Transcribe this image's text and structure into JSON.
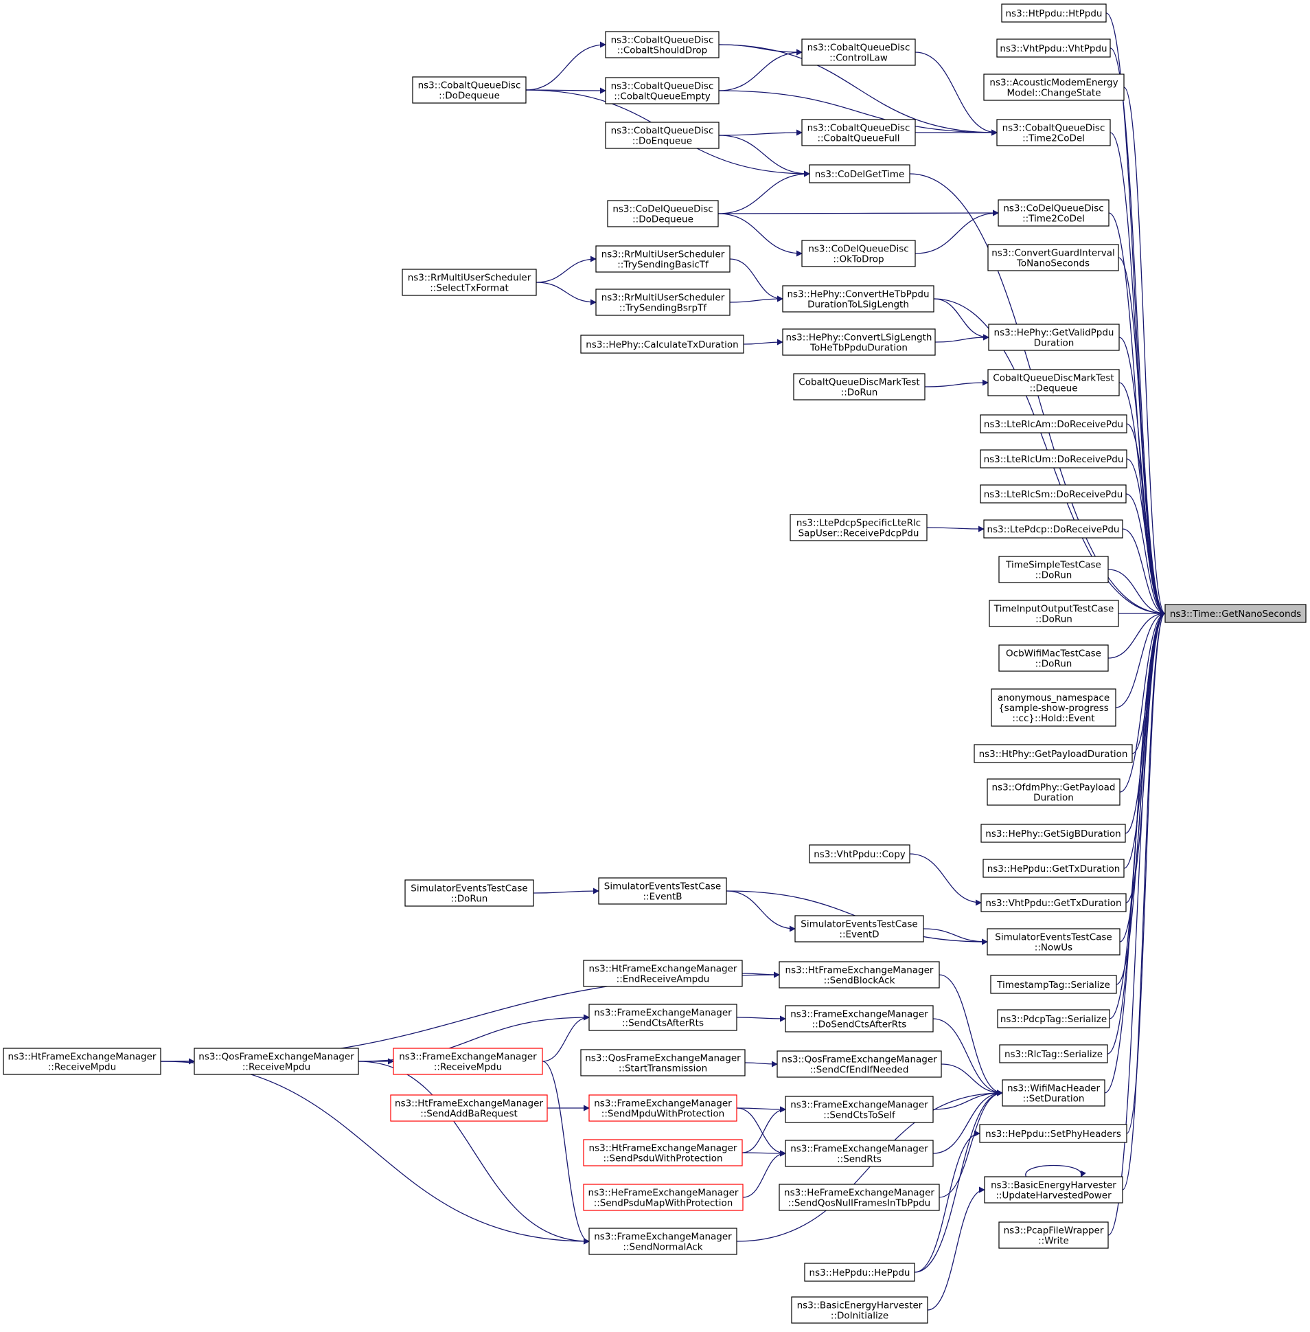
{
  "graph": {
    "title": "",
    "colors": {
      "edge": "#191970",
      "node_border": "#000000",
      "node_border_truncated": "#ff0000",
      "root_fill": "#bfbfbf",
      "background": "#ffffff"
    },
    "root": "GetNanoSeconds",
    "nodes": [
      {
        "id": "GetNanoSeconds",
        "lines": [
          "ns3::Time::GetNanoSeconds"
        ],
        "style": "root"
      },
      {
        "id": "HtPpdu",
        "lines": [
          "ns3::HtPpdu::HtPpdu"
        ]
      },
      {
        "id": "VhtPpduCtor",
        "lines": [
          "ns3::VhtPpdu::VhtPpdu"
        ]
      },
      {
        "id": "AcousticChangeState",
        "lines": [
          "ns3::AcousticModemEnergy",
          "Model::ChangeState"
        ]
      },
      {
        "id": "CobaltTime2CoDel",
        "lines": [
          "ns3::CobaltQueueDisc",
          "::Time2CoDel"
        ]
      },
      {
        "id": "CoDelGetTime",
        "lines": [
          "ns3::CoDelGetTime"
        ]
      },
      {
        "id": "CoDelTime2CoDel",
        "lines": [
          "ns3::CoDelQueueDisc",
          "::Time2CoDel"
        ]
      },
      {
        "id": "ConvertGuardInterval",
        "lines": [
          "ns3::ConvertGuardInterval",
          "ToNanoSeconds"
        ]
      },
      {
        "id": "ConvertHeTbPpdu",
        "lines": [
          "ns3::HePhy::ConvertHeTbPpdu",
          "DurationToLSigLength"
        ]
      },
      {
        "id": "GetValidPpdu",
        "lines": [
          "ns3::HePhy::GetValidPpdu",
          "Duration"
        ]
      },
      {
        "id": "MarkTestDequeue",
        "lines": [
          "CobaltQueueDiscMarkTest",
          "::Dequeue"
        ]
      },
      {
        "id": "LteRlcAm",
        "lines": [
          "ns3::LteRlcAm::DoReceivePdu"
        ]
      },
      {
        "id": "LteRlcUm",
        "lines": [
          "ns3::LteRlcUm::DoReceivePdu"
        ]
      },
      {
        "id": "LteRlcSm",
        "lines": [
          "ns3::LteRlcSm::DoReceivePdu"
        ]
      },
      {
        "id": "LtePdcpDoReceive",
        "lines": [
          "ns3::LtePdcp::DoReceivePdu"
        ]
      },
      {
        "id": "TimeSimple",
        "lines": [
          "TimeSimpleTestCase",
          "::DoRun"
        ]
      },
      {
        "id": "TimeInputOutput",
        "lines": [
          "TimeInputOutputTestCase",
          "::DoRun"
        ]
      },
      {
        "id": "OcbWifi",
        "lines": [
          "OcbWifiMacTestCase",
          "::DoRun"
        ]
      },
      {
        "id": "AnonHold",
        "lines": [
          "anonymous_namespace",
          "{sample-show-progress",
          "::cc}::Hold::Event"
        ]
      },
      {
        "id": "HtPhyPayload",
        "lines": [
          "ns3::HtPhy::GetPayloadDuration"
        ]
      },
      {
        "id": "OfdmPhyPayload",
        "lines": [
          "ns3::OfdmPhy::GetPayload",
          "Duration"
        ]
      },
      {
        "id": "HePhySigB",
        "lines": [
          "ns3::HePhy::GetSigBDuration"
        ]
      },
      {
        "id": "HePpduTx",
        "lines": [
          "ns3::HePpdu::GetTxDuration"
        ]
      },
      {
        "id": "VhtPpduTx",
        "lines": [
          "ns3::VhtPpdu::GetTxDuration"
        ]
      },
      {
        "id": "SimNowUs",
        "lines": [
          "SimulatorEventsTestCase",
          "::NowUs"
        ]
      },
      {
        "id": "TimestampSer",
        "lines": [
          "TimestampTag::Serialize"
        ]
      },
      {
        "id": "PdcpTagSer",
        "lines": [
          "ns3::PdcpTag::Serialize"
        ]
      },
      {
        "id": "RlcTagSer",
        "lines": [
          "ns3::RlcTag::Serialize"
        ]
      },
      {
        "id": "WifiSetDuration",
        "lines": [
          "ns3::WifiMacHeader",
          "::SetDuration"
        ]
      },
      {
        "id": "HePpduSetPhy",
        "lines": [
          "ns3::HePpdu::SetPhyHeaders"
        ]
      },
      {
        "id": "UpdateHarvested",
        "lines": [
          "ns3::BasicEnergyHarvester",
          "::UpdateHarvestedPower"
        ]
      },
      {
        "id": "PcapWrite",
        "lines": [
          "ns3::PcapFileWrapper",
          "::Write"
        ]
      },
      {
        "id": "CobaltControlLaw",
        "lines": [
          "ns3::CobaltQueueDisc",
          "::ControlLaw"
        ]
      },
      {
        "id": "CobaltQueueFull",
        "lines": [
          "ns3::CobaltQueueDisc",
          "::CobaltQueueFull"
        ]
      },
      {
        "id": "CoDelOkToDrop",
        "lines": [
          "ns3::CoDelQueueDisc",
          "::OkToDrop"
        ]
      },
      {
        "id": "ConvertLSig",
        "lines": [
          "ns3::HePhy::ConvertLSigLength",
          "ToHeTbPpduDuration"
        ]
      },
      {
        "id": "MarkTestDoRun",
        "lines": [
          "CobaltQueueDiscMarkTest",
          "::DoRun"
        ]
      },
      {
        "id": "PdcpSpecific",
        "lines": [
          "ns3::LtePdcpSpecificLteRlc",
          "SapUser::ReceivePdcpPdu"
        ]
      },
      {
        "id": "VhtPpduCopy",
        "lines": [
          "ns3::VhtPpdu::Copy"
        ]
      },
      {
        "id": "SimEventD",
        "lines": [
          "SimulatorEventsTestCase",
          "::EventD"
        ]
      },
      {
        "id": "HtSendBlockAck",
        "lines": [
          "ns3::HtFrameExchangeManager",
          "::SendBlockAck"
        ]
      },
      {
        "id": "FemDoSendCts",
        "lines": [
          "ns3::FrameExchangeManager",
          "::DoSendCtsAfterRts"
        ]
      },
      {
        "id": "QosSendCfEnd",
        "lines": [
          "ns3::QosFrameExchangeManager",
          "::SendCfEndIfNeeded"
        ]
      },
      {
        "id": "FemSendCtsToSelf",
        "lines": [
          "ns3::FrameExchangeManager",
          "::SendCtsToSelf"
        ]
      },
      {
        "id": "FemSendRts",
        "lines": [
          "ns3::FrameExchangeManager",
          "::SendRts"
        ]
      },
      {
        "id": "HeSendQosNull",
        "lines": [
          "ns3::HeFrameExchangeManager",
          "::SendQosNullFramesInTbPpdu"
        ]
      },
      {
        "id": "HePpduCtor",
        "lines": [
          "ns3::HePpdu::HePpdu"
        ]
      },
      {
        "id": "BehDoInit",
        "lines": [
          "ns3::BasicEnergyHarvester",
          "::DoInitialize"
        ]
      },
      {
        "id": "CobaltShouldDrop",
        "lines": [
          "ns3::CobaltQueueDisc",
          "::CobaltShouldDrop"
        ]
      },
      {
        "id": "CobaltQueueEmpty",
        "lines": [
          "ns3::CobaltQueueDisc",
          "::CobaltQueueEmpty"
        ]
      },
      {
        "id": "CobaltDoEnqueue",
        "lines": [
          "ns3::CobaltQueueDisc",
          "::DoEnqueue"
        ]
      },
      {
        "id": "CoDelDoDequeue",
        "lines": [
          "ns3::CoDelQueueDisc",
          "::DoDequeue"
        ]
      },
      {
        "id": "TrySendingBasicTf",
        "lines": [
          "ns3::RrMultiUserScheduler",
          "::TrySendingBasicTf"
        ]
      },
      {
        "id": "TrySendingBsrpTf",
        "lines": [
          "ns3::RrMultiUserScheduler",
          "::TrySendingBsrpTf"
        ]
      },
      {
        "id": "CalcTxDuration",
        "lines": [
          "ns3::HePhy::CalculateTxDuration"
        ]
      },
      {
        "id": "SimEventB",
        "lines": [
          "SimulatorEventsTestCase",
          "::EventB"
        ]
      },
      {
        "id": "HtEndReceiveAmpdu",
        "lines": [
          "ns3::HtFrameExchangeManager",
          "::EndReceiveAmpdu"
        ]
      },
      {
        "id": "FemSendCtsAfterRts",
        "lines": [
          "ns3::FrameExchangeManager",
          "::SendCtsAfterRts"
        ]
      },
      {
        "id": "QosStartTx",
        "lines": [
          "ns3::QosFrameExchangeManager",
          "::StartTransmission"
        ]
      },
      {
        "id": "FemSendMpduProt",
        "lines": [
          "ns3::FrameExchangeManager",
          "::SendMpduWithProtection"
        ],
        "style": "red"
      },
      {
        "id": "HtSendPsduProt",
        "lines": [
          "ns3::HtFrameExchangeManager",
          "::SendPsduWithProtection"
        ],
        "style": "red"
      },
      {
        "id": "HeSendPsduMap",
        "lines": [
          "ns3::HeFrameExchangeManager",
          "::SendPsduMapWithProtection"
        ],
        "style": "red"
      },
      {
        "id": "FemSendNormalAck",
        "lines": [
          "ns3::FrameExchangeManager",
          "::SendNormalAck"
        ]
      },
      {
        "id": "CobaltDoDequeue",
        "lines": [
          "ns3::CobaltQueueDisc",
          "::DoDequeue"
        ]
      },
      {
        "id": "SelectTxFormat",
        "lines": [
          "ns3::RrMultiUserScheduler",
          "::SelectTxFormat"
        ]
      },
      {
        "id": "SimDoRun",
        "lines": [
          "SimulatorEventsTestCase",
          "::DoRun"
        ]
      },
      {
        "id": "FemReceiveMpdu",
        "lines": [
          "ns3::FrameExchangeManager",
          "::ReceiveMpdu"
        ],
        "style": "red"
      },
      {
        "id": "HtSendAddBa",
        "lines": [
          "ns3::HtFrameExchangeManager",
          "::SendAddBaRequest"
        ],
        "style": "red"
      },
      {
        "id": "QosReceiveMpdu",
        "lines": [
          "ns3::QosFrameExchangeManager",
          "::ReceiveMpdu"
        ]
      },
      {
        "id": "HtReceiveMpdu",
        "lines": [
          "ns3::HtFrameExchangeManager",
          "::ReceiveMpdu"
        ]
      }
    ],
    "edges": [
      [
        "HtPpdu",
        "GetNanoSeconds"
      ],
      [
        "VhtPpduCtor",
        "GetNanoSeconds"
      ],
      [
        "AcousticChangeState",
        "GetNanoSeconds"
      ],
      [
        "CobaltTime2CoDel",
        "GetNanoSeconds"
      ],
      [
        "CoDelGetTime",
        "GetNanoSeconds"
      ],
      [
        "CoDelTime2CoDel",
        "GetNanoSeconds"
      ],
      [
        "ConvertGuardInterval",
        "GetNanoSeconds"
      ],
      [
        "ConvertHeTbPpdu",
        "GetNanoSeconds"
      ],
      [
        "GetValidPpdu",
        "GetNanoSeconds"
      ],
      [
        "MarkTestDequeue",
        "GetNanoSeconds"
      ],
      [
        "LteRlcAm",
        "GetNanoSeconds"
      ],
      [
        "LteRlcUm",
        "GetNanoSeconds"
      ],
      [
        "LteRlcSm",
        "GetNanoSeconds"
      ],
      [
        "LtePdcpDoReceive",
        "GetNanoSeconds"
      ],
      [
        "TimeSimple",
        "GetNanoSeconds"
      ],
      [
        "TimeInputOutput",
        "GetNanoSeconds"
      ],
      [
        "OcbWifi",
        "GetNanoSeconds"
      ],
      [
        "AnonHold",
        "GetNanoSeconds"
      ],
      [
        "HtPhyPayload",
        "GetNanoSeconds"
      ],
      [
        "OfdmPhyPayload",
        "GetNanoSeconds"
      ],
      [
        "HePhySigB",
        "GetNanoSeconds"
      ],
      [
        "HePpduTx",
        "GetNanoSeconds"
      ],
      [
        "VhtPpduTx",
        "GetNanoSeconds"
      ],
      [
        "SimNowUs",
        "GetNanoSeconds"
      ],
      [
        "TimestampSer",
        "GetNanoSeconds"
      ],
      [
        "PdcpTagSer",
        "GetNanoSeconds"
      ],
      [
        "RlcTagSer",
        "GetNanoSeconds"
      ],
      [
        "WifiSetDuration",
        "GetNanoSeconds"
      ],
      [
        "HePpduSetPhy",
        "GetNanoSeconds"
      ],
      [
        "UpdateHarvested",
        "GetNanoSeconds"
      ],
      [
        "PcapWrite",
        "GetNanoSeconds"
      ],
      [
        "CobaltControlLaw",
        "CobaltTime2CoDel"
      ],
      [
        "CobaltQueueFull",
        "CobaltTime2CoDel"
      ],
      [
        "CobaltShouldDrop",
        "CobaltTime2CoDel"
      ],
      [
        "CobaltQueueEmpty",
        "CobaltTime2CoDel"
      ],
      [
        "CobaltShouldDrop",
        "CobaltControlLaw"
      ],
      [
        "CobaltQueueEmpty",
        "CobaltControlLaw"
      ],
      [
        "CobaltDoEnqueue",
        "CobaltQueueFull"
      ],
      [
        "CobaltDoDequeue",
        "CobaltShouldDrop"
      ],
      [
        "CobaltDoDequeue",
        "CobaltQueueEmpty"
      ],
      [
        "CobaltDoEnqueue",
        "CoDelGetTime"
      ],
      [
        "CoDelDoDequeue",
        "CoDelGetTime"
      ],
      [
        "CobaltDoDequeue",
        "CoDelGetTime"
      ],
      [
        "CoDelDoDequeue",
        "CoDelTime2CoDel"
      ],
      [
        "CoDelOkToDrop",
        "CoDelTime2CoDel"
      ],
      [
        "CoDelDoDequeue",
        "CoDelOkToDrop"
      ],
      [
        "TrySendingBasicTf",
        "ConvertHeTbPpdu"
      ],
      [
        "TrySendingBsrpTf",
        "ConvertHeTbPpdu"
      ],
      [
        "SelectTxFormat",
        "TrySendingBasicTf"
      ],
      [
        "SelectTxFormat",
        "TrySendingBsrpTf"
      ],
      [
        "ConvertHeTbPpdu",
        "GetValidPpdu"
      ],
      [
        "ConvertLSig",
        "GetValidPpdu"
      ],
      [
        "CalcTxDuration",
        "ConvertLSig"
      ],
      [
        "MarkTestDoRun",
        "MarkTestDequeue"
      ],
      [
        "PdcpSpecific",
        "LtePdcpDoReceive"
      ],
      [
        "VhtPpduCopy",
        "VhtPpduTx"
      ],
      [
        "SimEventB",
        "SimNowUs"
      ],
      [
        "SimEventD",
        "SimNowUs"
      ],
      [
        "SimDoRun",
        "SimEventB"
      ],
      [
        "SimEventB",
        "SimEventD"
      ],
      [
        "HtSendBlockAck",
        "WifiSetDuration"
      ],
      [
        "FemDoSendCts",
        "WifiSetDuration"
      ],
      [
        "QosSendCfEnd",
        "WifiSetDuration"
      ],
      [
        "FemSendCtsToSelf",
        "WifiSetDuration"
      ],
      [
        "FemSendRts",
        "WifiSetDuration"
      ],
      [
        "HeSendQosNull",
        "WifiSetDuration"
      ],
      [
        "HePpduCtor",
        "WifiSetDuration"
      ],
      [
        "FemSendNormalAck",
        "WifiSetDuration"
      ],
      [
        "HePpduCtor",
        "HePpduSetPhy"
      ],
      [
        "BehDoInit",
        "UpdateHarvested"
      ],
      [
        "UpdateHarvested",
        "UpdateHarvested"
      ],
      [
        "HtEndReceiveAmpdu",
        "HtSendBlockAck"
      ],
      [
        "HtReceiveMpdu",
        "HtSendBlockAck"
      ],
      [
        "FemSendCtsAfterRts",
        "FemDoSendCts"
      ],
      [
        "QosReceiveMpdu",
        "FemSendCtsAfterRts"
      ],
      [
        "FemReceiveMpdu",
        "FemSendCtsAfterRts"
      ],
      [
        "QosStartTx",
        "QosSendCfEnd"
      ],
      [
        "FemSendMpduProt",
        "FemSendCtsToSelf"
      ],
      [
        "HtSendPsduProt",
        "FemSendCtsToSelf"
      ],
      [
        "FemSendMpduProt",
        "FemSendRts"
      ],
      [
        "HtSendPsduProt",
        "FemSendRts"
      ],
      [
        "HeSendPsduMap",
        "FemSendRts"
      ],
      [
        "HtSendAddBa",
        "FemSendMpduProt"
      ],
      [
        "FemReceiveMpdu",
        "FemSendNormalAck"
      ],
      [
        "QosReceiveMpdu",
        "FemSendNormalAck"
      ],
      [
        "HtReceiveMpdu",
        "FemSendNormalAck"
      ],
      [
        "QosReceiveMpdu",
        "FemReceiveMpdu"
      ],
      [
        "HtReceiveMpdu",
        "QosReceiveMpdu"
      ]
    ]
  }
}
